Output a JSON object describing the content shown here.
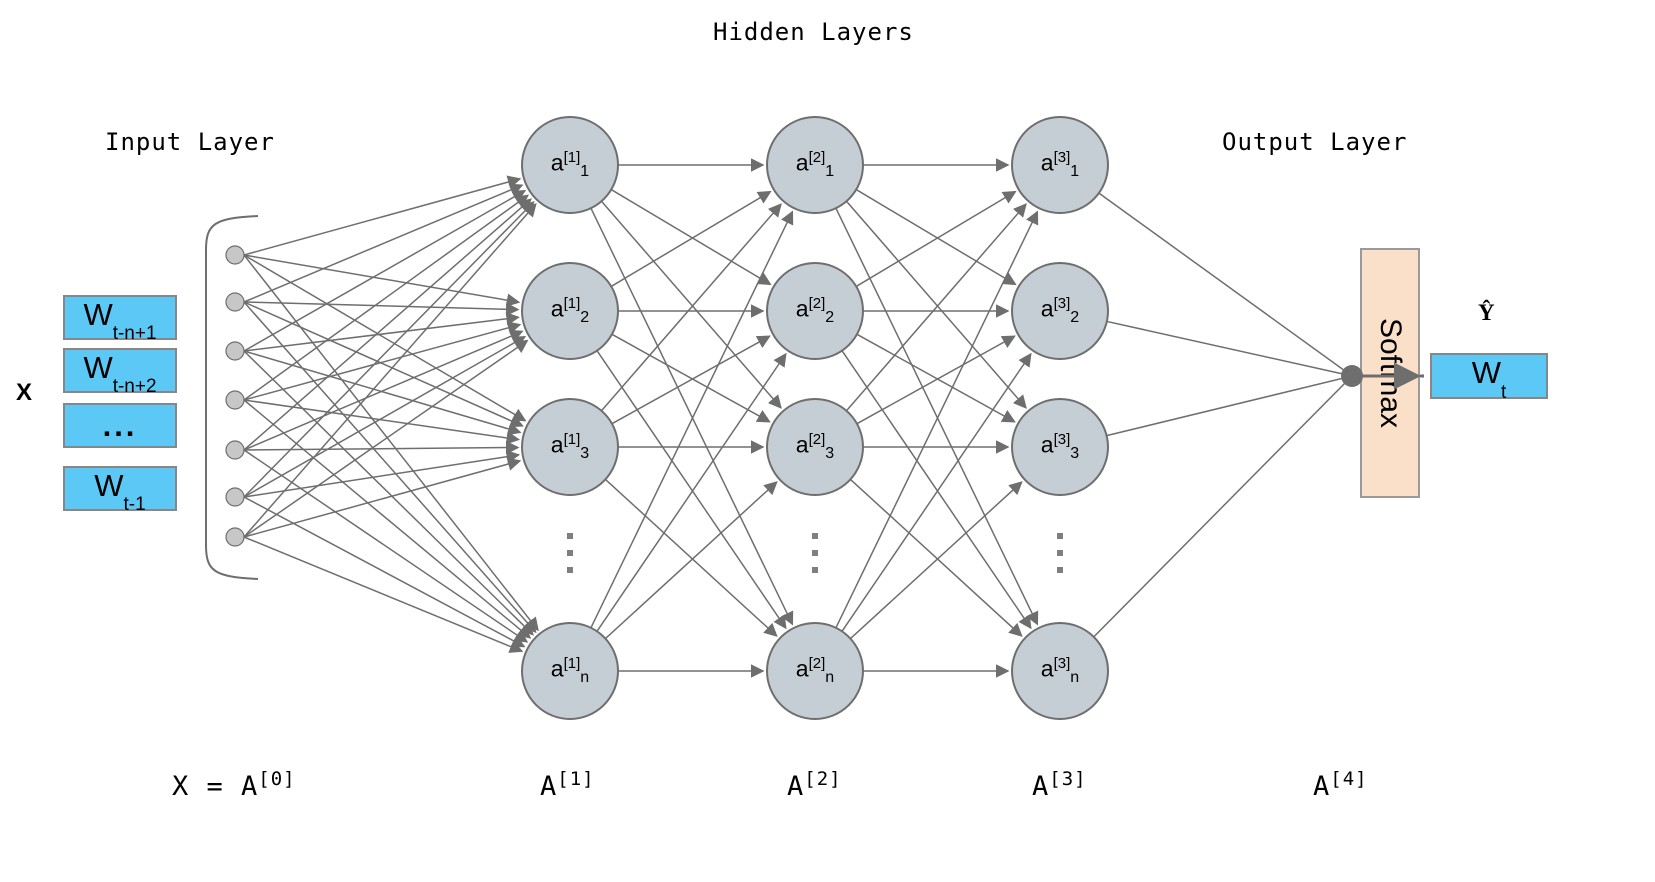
{
  "headers": {
    "hidden": "Hidden Layers",
    "input": "Input Layer",
    "output": "Output Layer"
  },
  "input_block": {
    "x_label": "X",
    "tokens": [
      {
        "base": "W",
        "sub": "t-n+1"
      },
      {
        "base": "W",
        "sub": "t-n+2"
      },
      {
        "base": "...",
        "sub": ""
      },
      {
        "base": "W",
        "sub": "t-1"
      }
    ],
    "node_count": 7,
    "color": "#5BC8F5",
    "border": "#878787"
  },
  "hidden_layers": [
    {
      "id": "A1",
      "nodes": [
        {
          "base": "a",
          "sup": "[1]",
          "sub": "1"
        },
        {
          "base": "a",
          "sup": "[1]",
          "sub": "2"
        },
        {
          "base": "a",
          "sup": "[1]",
          "sub": "3"
        },
        {
          "base": "a",
          "sup": "[1]",
          "sub": "n"
        }
      ],
      "ellipsis": true
    },
    {
      "id": "A2",
      "nodes": [
        {
          "base": "a",
          "sup": "[2]",
          "sub": "1"
        },
        {
          "base": "a",
          "sup": "[2]",
          "sub": "2"
        },
        {
          "base": "a",
          "sup": "[2]",
          "sub": "3"
        },
        {
          "base": "a",
          "sup": "[2]",
          "sub": "n"
        }
      ],
      "ellipsis": true
    },
    {
      "id": "A3",
      "nodes": [
        {
          "base": "a",
          "sup": "[3]",
          "sub": "1"
        },
        {
          "base": "a",
          "sup": "[3]",
          "sub": "2"
        },
        {
          "base": "a",
          "sup": "[3]",
          "sub": "3"
        },
        {
          "base": "a",
          "sup": "[3]",
          "sub": "n"
        }
      ],
      "ellipsis": true
    }
  ],
  "softmax": {
    "label": "Softmax",
    "color": "#FAE0C8",
    "border": "#9A9A9A"
  },
  "output": {
    "yhat": "Ŷ",
    "token": {
      "base": "W",
      "sub": "t"
    },
    "color": "#5BC8F5"
  },
  "bottom_labels": [
    {
      "text": "X = A",
      "sup": "[0]"
    },
    {
      "text": "A",
      "sup": "[1]"
    },
    {
      "text": "A",
      "sup": "[2]"
    },
    {
      "text": "A",
      "sup": "[3]"
    },
    {
      "text": "A",
      "sup": "[4]"
    }
  ],
  "style": {
    "node_fill": "#C4CED4",
    "node_stroke": "#6E6E6E",
    "edge_color": "#6E6E6E",
    "input_dot_fill": "#C7C7C7"
  }
}
